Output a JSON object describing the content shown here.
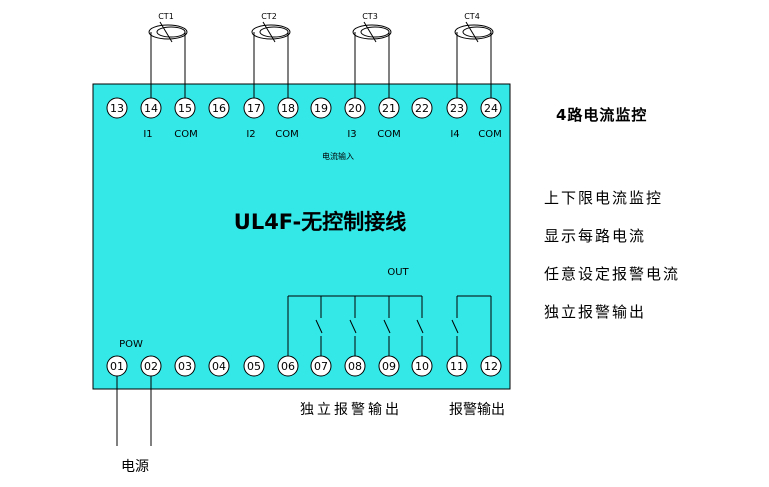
{
  "colors": {
    "box_fill": "#34e8e8",
    "line": "#000000",
    "background": "#ffffff"
  },
  "module": {
    "title": "UL4F-无控制接线"
  },
  "current_transformers": [
    "CT1",
    "CT2",
    "CT3",
    "CT4"
  ],
  "top_terminals": [
    "13",
    "14",
    "15",
    "16",
    "17",
    "18",
    "19",
    "20",
    "21",
    "22",
    "23",
    "24"
  ],
  "bottom_terminals": [
    "01",
    "02",
    "03",
    "04",
    "05",
    "06",
    "07",
    "08",
    "09",
    "10",
    "11",
    "12"
  ],
  "top_labels": {
    "i1": "I1",
    "com1": "COM",
    "i2": "I2",
    "com2": "COM",
    "i3": "I3",
    "com3": "COM",
    "i4": "I4",
    "com4": "COM"
  },
  "current_input_label": "电流输入",
  "out_label": "OUT",
  "pow_label": "POW",
  "power_label": "电源",
  "outputs_label": "独立报警输出",
  "alarm_output_label": "报警输出",
  "features": {
    "heading": "4路电流监控",
    "items": [
      "上下限电流监控",
      "显示每路电流",
      "任意设定报警电流",
      "独立报警输出"
    ]
  }
}
